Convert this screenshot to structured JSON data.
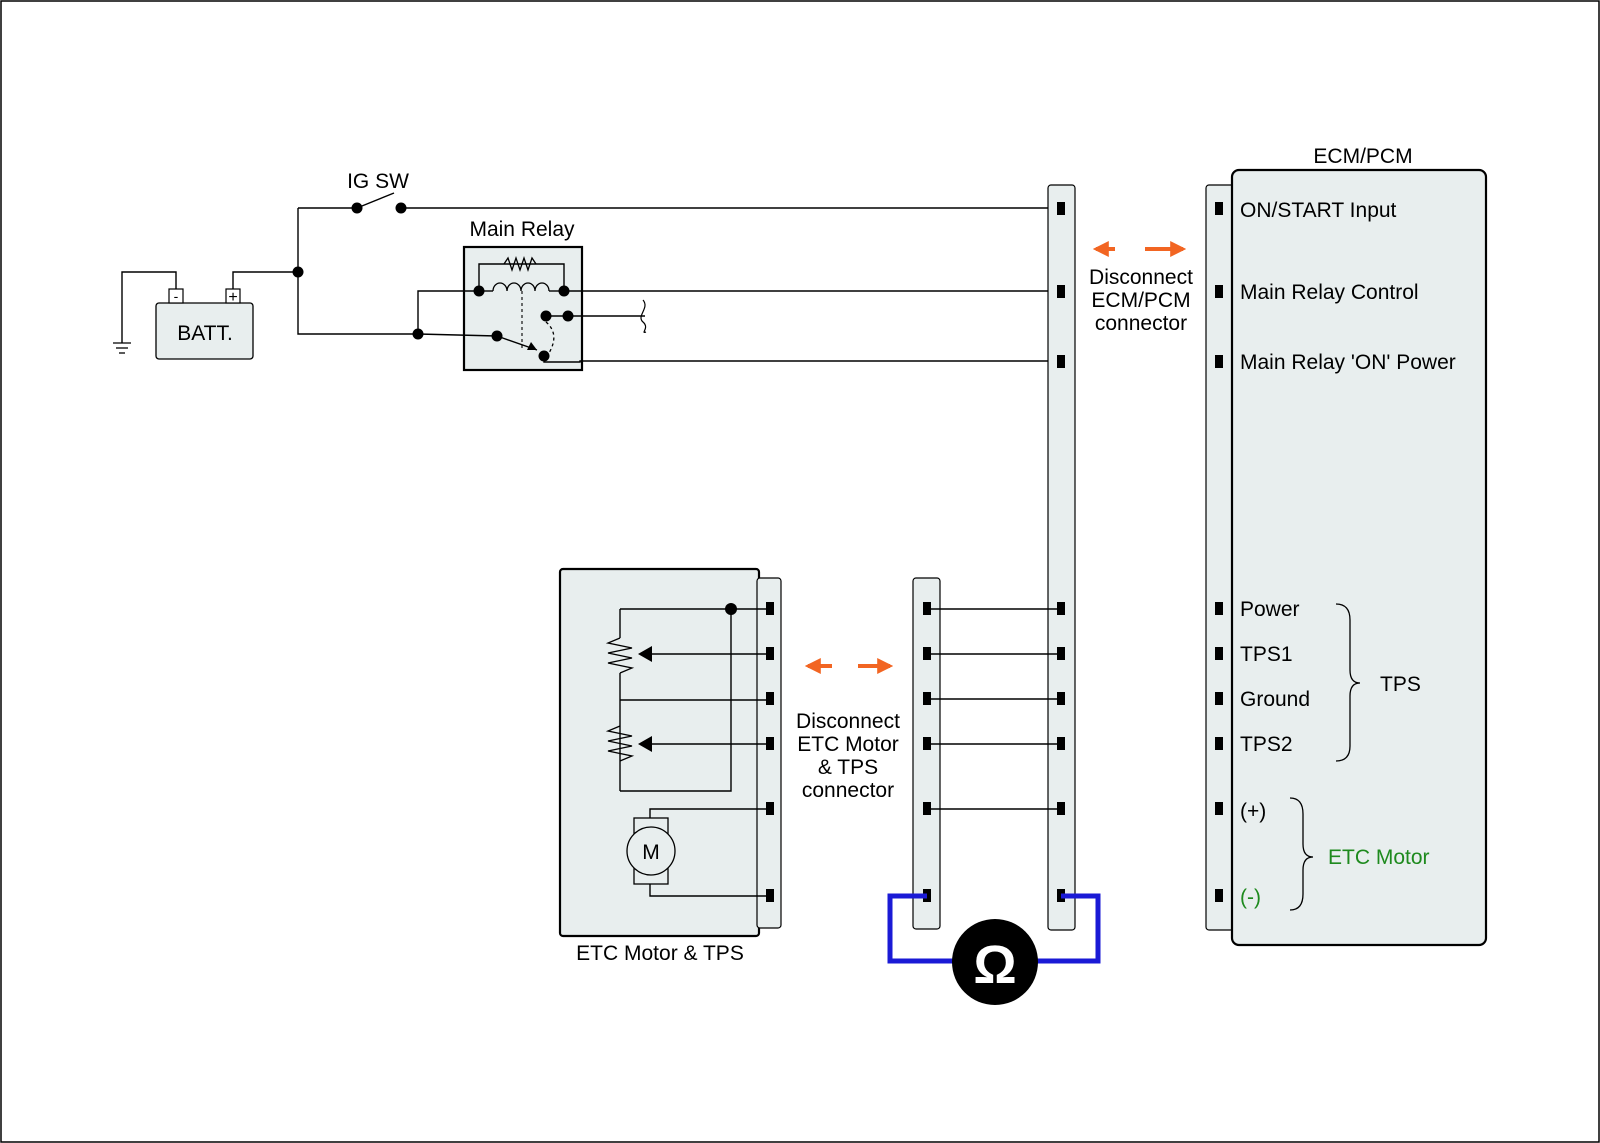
{
  "labels": {
    "ig_sw": "IG SW",
    "main_relay": "Main Relay",
    "battery": "BATT.",
    "battery_neg": "-",
    "battery_pos": "+",
    "ecm_pcm": "ECM/PCM",
    "disconnect_ecm": [
      "Disconnect",
      "ECM/PCM",
      "connector"
    ],
    "disconnect_etc": [
      "Disconnect",
      "ETC Motor",
      "& TPS",
      "connector"
    ],
    "etc_motor_tps": "ETC Motor & TPS",
    "motor": "M",
    "ohmmeter": "Ω"
  },
  "ecm_pins": {
    "on_start_input": "ON/START Input",
    "main_relay_control": "Main Relay Control",
    "main_relay_on_power": "Main Relay 'ON' Power",
    "power": "Power",
    "tps1": "TPS1",
    "ground": "Ground",
    "tps2": "TPS2",
    "motor_pos": "(+)",
    "motor_neg": "(-)"
  },
  "groups": {
    "tps": "TPS",
    "etc_motor": "ETC Motor"
  },
  "colors": {
    "wire": "#000000",
    "connector_fill": "#e8eeee",
    "arrow": "#f26522",
    "meter_lead": "#1a1ad6",
    "highlight_pin": "#1e8a1e",
    "etc_motor_text": "#1e8a1e"
  }
}
